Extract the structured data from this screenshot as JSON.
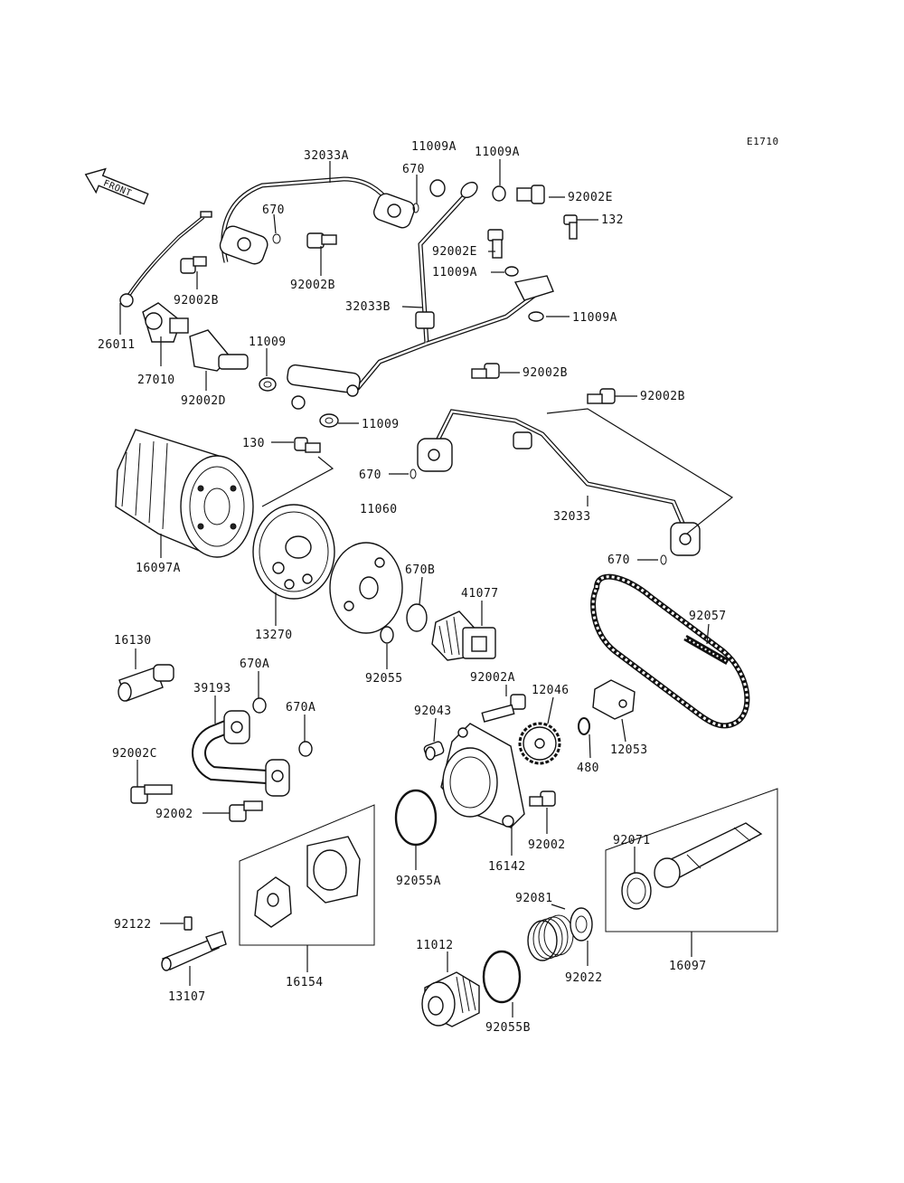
{
  "diagram_code": "E1710",
  "front_label": "FRONT",
  "parts": {
    "p32033A": "32033A",
    "p11009A_top": "11009A",
    "p11009A_right": "11009A",
    "p670_top": "670",
    "p670_left": "670",
    "p92002E_top": "92002E",
    "p132": "132",
    "p92002E_mid": "92002E",
    "p11009A_mid": "11009A",
    "p32033B": "32033B",
    "p11009A_low": "11009A",
    "p92002B_left": "92002B",
    "p92002B_mid": "92002B",
    "p26011": "26011",
    "p27010": "27010",
    "p11009_a": "11009",
    "p92002D": "92002D",
    "p11009_b": "11009",
    "p92002B_r1": "92002B",
    "p92002B_r2": "92002B",
    "p130": "130",
    "p670_mid": "670",
    "p11060": "11060",
    "p32033": "32033",
    "p16097A": "16097A",
    "p670_right": "670",
    "p13270": "13270",
    "p670B": "670B",
    "p41077": "41077",
    "p92057": "92057",
    "p16130": "16130",
    "p670A_a": "670A",
    "p39193": "39193",
    "p670A_b": "670A",
    "p92055": "92055",
    "p92002A": "92002A",
    "p12046": "12046",
    "p92043": "92043",
    "p12053": "12053",
    "p480": "480",
    "p92002C": "92002C",
    "p92002_left": "92002",
    "p16142": "16142",
    "p92002_right": "92002",
    "p92055A": "92055A",
    "p92071": "92071",
    "p92081": "92081",
    "p92122": "92122",
    "p11012": "11012",
    "p16154": "16154",
    "p92022": "92022",
    "p16097": "16097",
    "p13107": "13107",
    "p92055B": "92055B"
  }
}
